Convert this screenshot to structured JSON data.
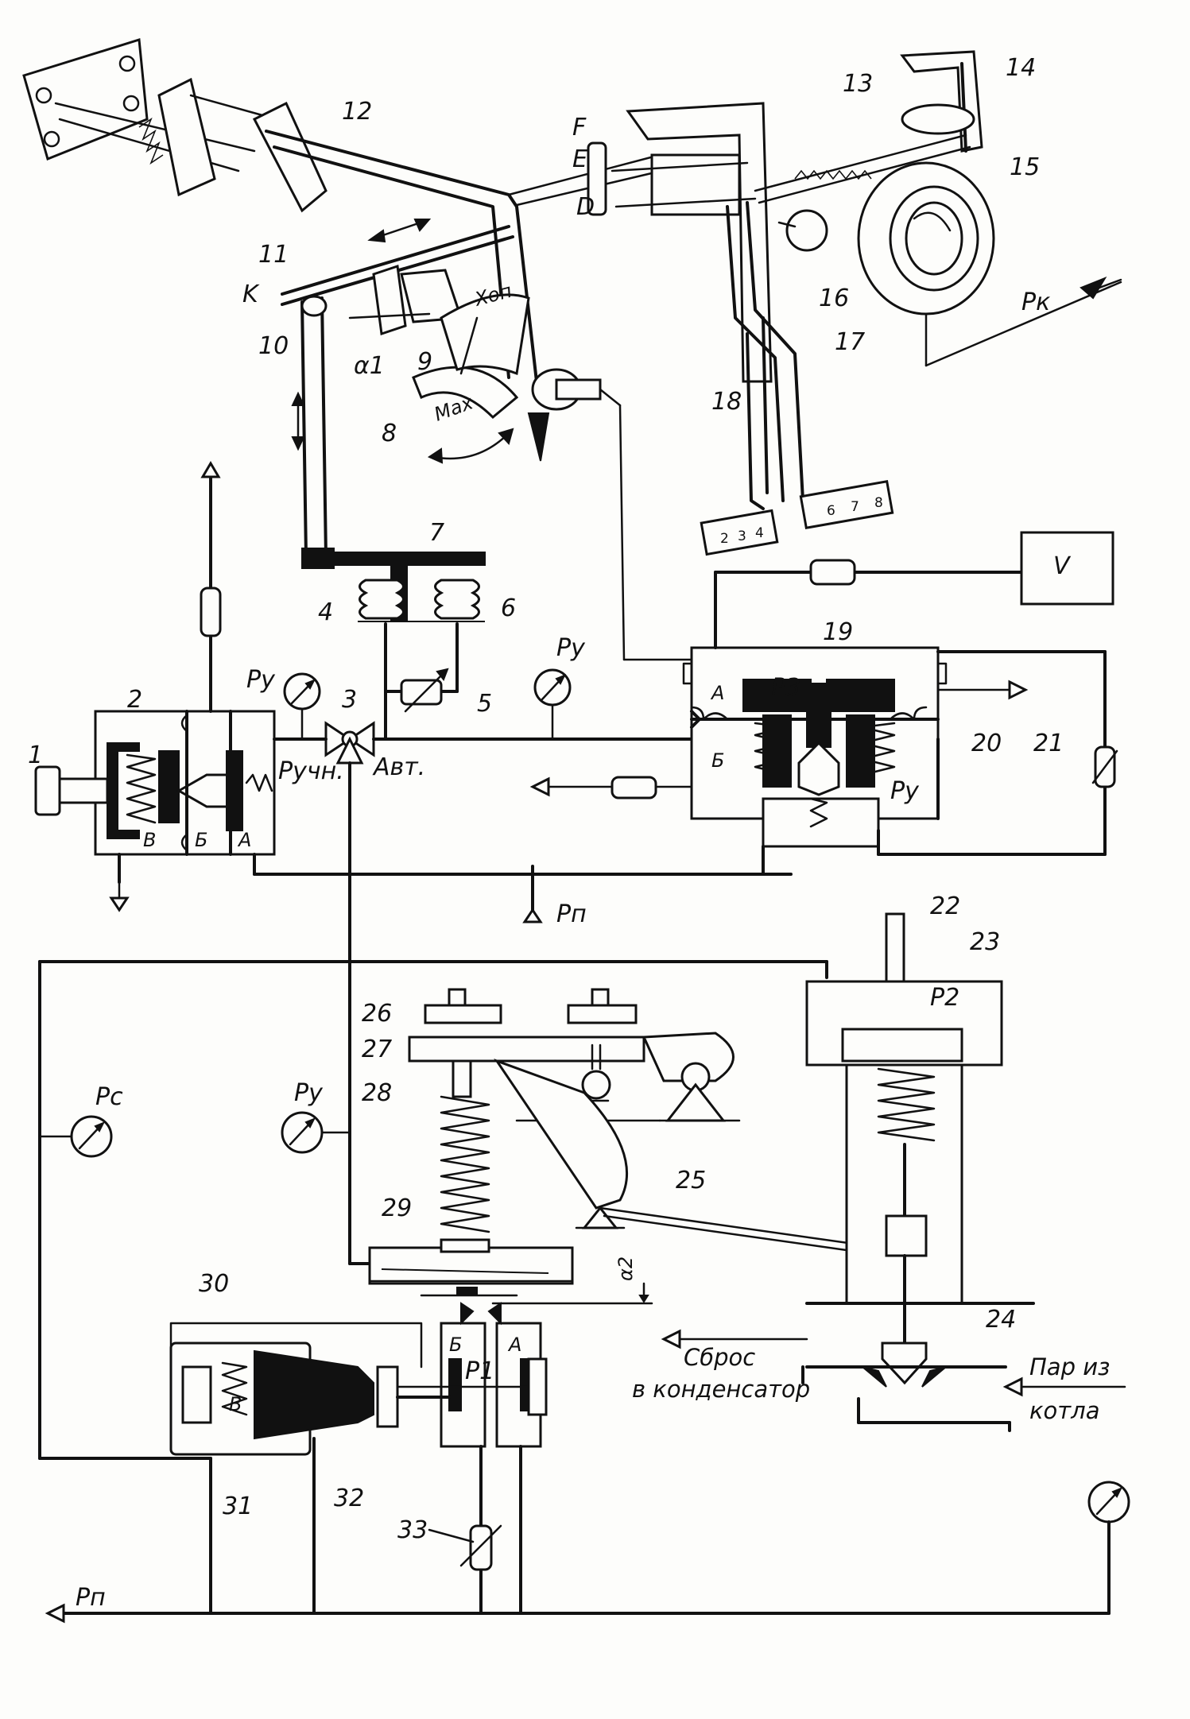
{
  "parts": [
    "1",
    "2",
    "3",
    "4",
    "5",
    "6",
    "7",
    "8",
    "9",
    "10",
    "11",
    "12",
    "13",
    "14",
    "15",
    "16",
    "17",
    "18",
    "19",
    "20",
    "21",
    "22",
    "23",
    "24",
    "25",
    "26",
    "27",
    "28",
    "29",
    "30",
    "31",
    "32",
    "33"
  ],
  "points": {
    "F": "F",
    "E": "E",
    "D": "D",
    "K": "K"
  },
  "ports": {
    "v2_A": "А",
    "v2_B": "Б",
    "v2_V": "В",
    "v19_A": "А",
    "v19_B": "Б",
    "v33_B": "Б",
    "v33_A": "А",
    "c30_V": "В"
  },
  "pressures": {
    "pu_left": "Pу",
    "pu_mid": "Pу",
    "pu_right": "Pу",
    "pu_lower": "Pу",
    "p3": "P3",
    "pk": "Pк",
    "pn_mid": "Pп",
    "pn_bottom": "Pп",
    "pc": "Pс",
    "p2": "P2",
    "p1": "P1"
  },
  "valve3": {
    "manual": "Pучн.",
    "auto": "Авт."
  },
  "angles": {
    "a1": "α1",
    "a2": "α2"
  },
  "dial": {
    "max": "Мах",
    "min": "Хоп"
  },
  "box_v": "V",
  "scale_left": [
    "2",
    "3",
    "4"
  ],
  "scale_right": [
    "6",
    "7",
    "8"
  ],
  "annotations": {
    "discharge_1": "Сброс",
    "discharge_2": "в конденсатор",
    "steam_1": "Пар из",
    "steam_2": "котла"
  }
}
